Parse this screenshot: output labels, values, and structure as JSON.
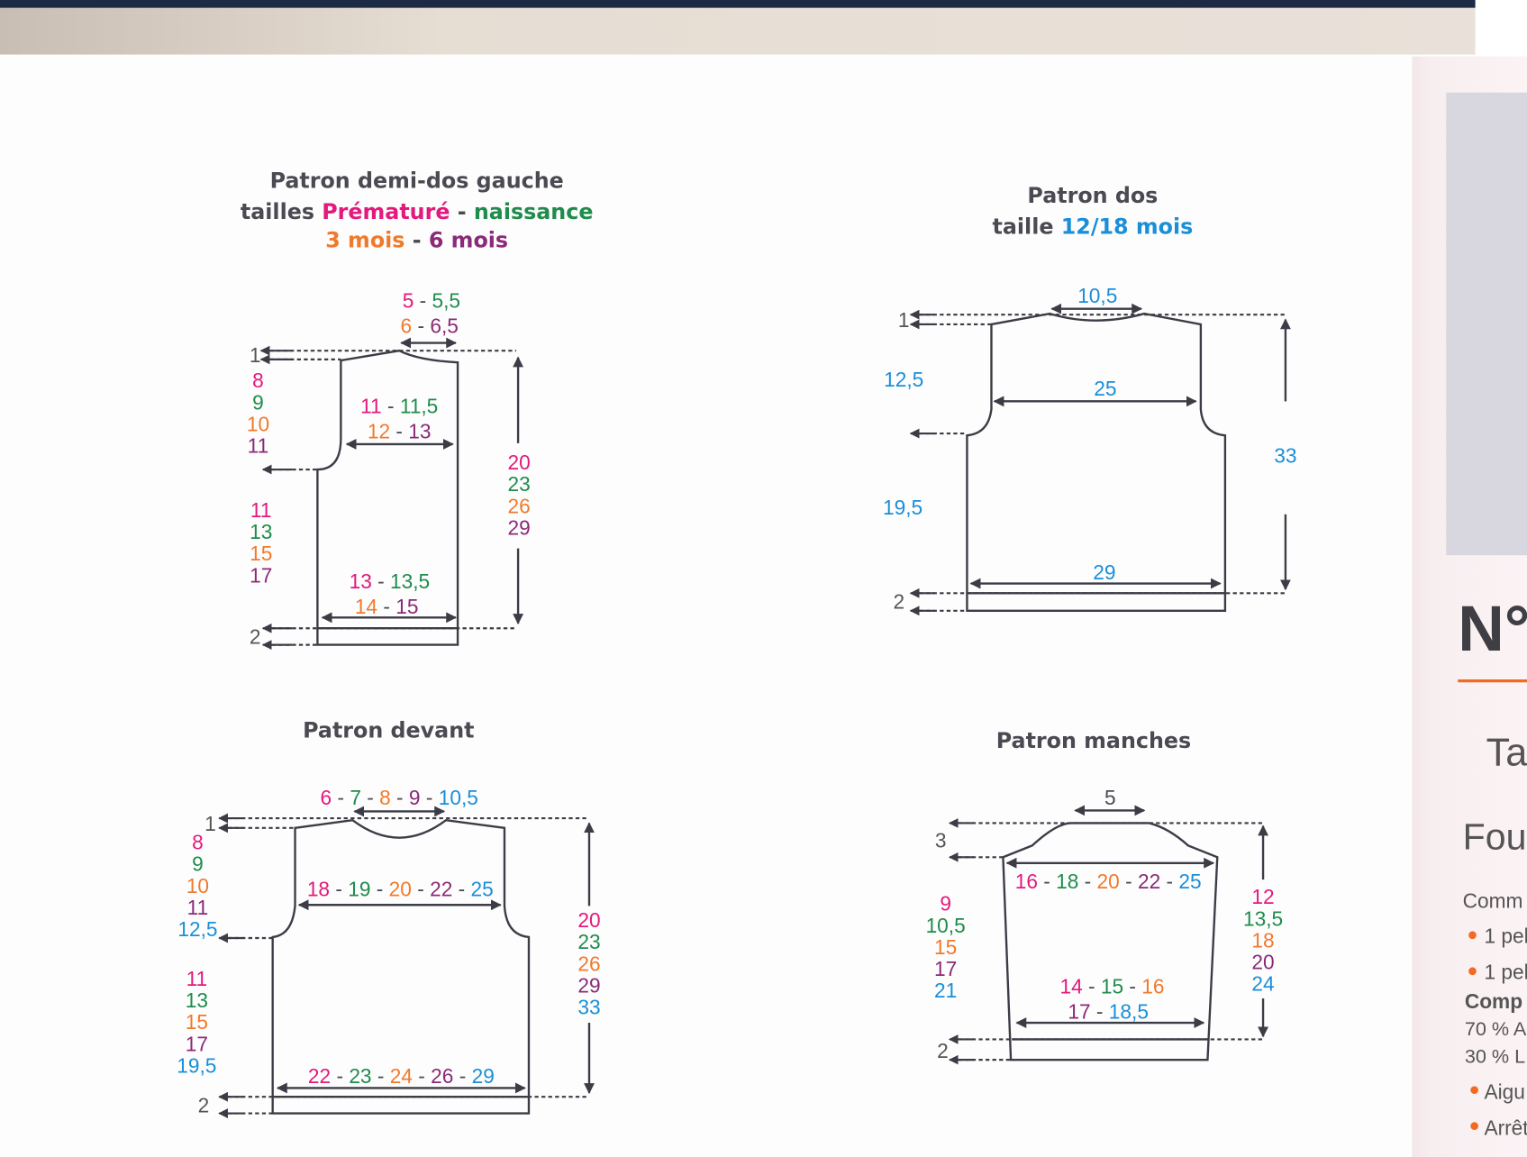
{
  "colors": {
    "p": "#e3197d",
    "g": "#1f8c4c",
    "o": "#f07a2c",
    "v": "#8b2a78",
    "b": "#1a8fd8",
    "k": "#4a4a52",
    "line": "#3c3c46",
    "accent": "#f26a21"
  },
  "demi_dos": {
    "title": "Patron demi-dos gauche",
    "sizes_line1": [
      {
        "t": "tailles ",
        "c": "k"
      },
      {
        "t": "Prématuré",
        "c": "p"
      },
      {
        "t": " - ",
        "c": "k"
      },
      {
        "t": "naissance",
        "c": "g"
      }
    ],
    "sizes_line2": [
      {
        "t": "3 mois",
        "c": "o"
      },
      {
        "t": " - ",
        "c": "k"
      },
      {
        "t": "6 mois",
        "c": "v"
      }
    ],
    "marker_1": "1",
    "marker_2": "2",
    "neck_a": [
      {
        "t": "5",
        "c": "p"
      },
      {
        "t": " - ",
        "c": "k"
      },
      {
        "t": "5,5",
        "c": "g"
      }
    ],
    "neck_b": [
      {
        "t": "6",
        "c": "o"
      },
      {
        "t": " - ",
        "c": "k"
      },
      {
        "t": "6,5",
        "c": "v"
      }
    ],
    "chest_a": [
      {
        "t": "11",
        "c": "p"
      },
      {
        "t": " - ",
        "c": "k"
      },
      {
        "t": "11,5",
        "c": "g"
      }
    ],
    "chest_b": [
      {
        "t": "12",
        "c": "o"
      },
      {
        "t": " - ",
        "c": "k"
      },
      {
        "t": "13",
        "c": "v"
      }
    ],
    "bottom_a": [
      {
        "t": "13",
        "c": "p"
      },
      {
        "t": " - ",
        "c": "k"
      },
      {
        "t": "13,5",
        "c": "g"
      }
    ],
    "bottom_b": [
      {
        "t": "14",
        "c": "o"
      },
      {
        "t": " - ",
        "c": "k"
      },
      {
        "t": "15",
        "c": "v"
      }
    ],
    "armhole": [
      {
        "t": "8",
        "c": "p"
      },
      {
        "t": "9",
        "c": "g"
      },
      {
        "t": "10",
        "c": "o"
      },
      {
        "t": "11",
        "c": "v"
      }
    ],
    "body": [
      {
        "t": "11",
        "c": "p"
      },
      {
        "t": "13",
        "c": "g"
      },
      {
        "t": "15",
        "c": "o"
      },
      {
        "t": "17",
        "c": "v"
      }
    ],
    "total": [
      {
        "t": "20",
        "c": "p"
      },
      {
        "t": "23",
        "c": "g"
      },
      {
        "t": "26",
        "c": "o"
      },
      {
        "t": "29",
        "c": "v"
      }
    ]
  },
  "dos": {
    "title": "Patron dos",
    "size_line": [
      {
        "t": "taille ",
        "c": "k"
      },
      {
        "t": "12/18 mois",
        "c": "b"
      }
    ],
    "marker_1": "1",
    "marker_2": "2",
    "neck": "10,5",
    "armhole": "12,5",
    "chest": "25",
    "body": "19,5",
    "bottom": "29",
    "total": "33"
  },
  "devant": {
    "title": "Patron devant",
    "marker_1": "1",
    "marker_2": "2",
    "neck": [
      {
        "t": "6",
        "c": "p"
      },
      {
        "t": " - ",
        "c": "k"
      },
      {
        "t": "7",
        "c": "g"
      },
      {
        "t": " - ",
        "c": "k"
      },
      {
        "t": "8",
        "c": "o"
      },
      {
        "t": " - ",
        "c": "k"
      },
      {
        "t": "9",
        "c": "v"
      },
      {
        "t": " - ",
        "c": "k"
      },
      {
        "t": "10,5",
        "c": "b"
      }
    ],
    "chest": [
      {
        "t": "18",
        "c": "p"
      },
      {
        "t": " - ",
        "c": "k"
      },
      {
        "t": "19",
        "c": "g"
      },
      {
        "t": " - ",
        "c": "k"
      },
      {
        "t": "20",
        "c": "o"
      },
      {
        "t": " - ",
        "c": "k"
      },
      {
        "t": "22",
        "c": "v"
      },
      {
        "t": " - ",
        "c": "k"
      },
      {
        "t": "25",
        "c": "b"
      }
    ],
    "bottom": [
      {
        "t": "22",
        "c": "p"
      },
      {
        "t": " - ",
        "c": "k"
      },
      {
        "t": "23",
        "c": "g"
      },
      {
        "t": " - ",
        "c": "k"
      },
      {
        "t": "24",
        "c": "o"
      },
      {
        "t": " - ",
        "c": "k"
      },
      {
        "t": "26",
        "c": "v"
      },
      {
        "t": " - ",
        "c": "k"
      },
      {
        "t": "29",
        "c": "b"
      }
    ],
    "armhole": [
      {
        "t": "8",
        "c": "p"
      },
      {
        "t": "9",
        "c": "g"
      },
      {
        "t": "10",
        "c": "o"
      },
      {
        "t": "11",
        "c": "v"
      },
      {
        "t": "12,5",
        "c": "b"
      }
    ],
    "body": [
      {
        "t": "11",
        "c": "p"
      },
      {
        "t": "13",
        "c": "g"
      },
      {
        "t": "15",
        "c": "o"
      },
      {
        "t": "17",
        "c": "v"
      },
      {
        "t": "19,5",
        "c": "b"
      }
    ],
    "total": [
      {
        "t": "20",
        "c": "p"
      },
      {
        "t": "23",
        "c": "g"
      },
      {
        "t": "26",
        "c": "o"
      },
      {
        "t": "29",
        "c": "v"
      },
      {
        "t": "33",
        "c": "b"
      }
    ]
  },
  "manches": {
    "title": "Patron manches",
    "marker_3": "3",
    "marker_2": "2",
    "top": "5",
    "width": [
      {
        "t": "16",
        "c": "p"
      },
      {
        "t": " - ",
        "c": "k"
      },
      {
        "t": "18",
        "c": "g"
      },
      {
        "t": " - ",
        "c": "k"
      },
      {
        "t": "20",
        "c": "o"
      },
      {
        "t": " - ",
        "c": "k"
      },
      {
        "t": "22",
        "c": "v"
      },
      {
        "t": " - ",
        "c": "k"
      },
      {
        "t": "25",
        "c": "b"
      }
    ],
    "bottom_a": [
      {
        "t": "14",
        "c": "p"
      },
      {
        "t": " - ",
        "c": "k"
      },
      {
        "t": "15",
        "c": "g"
      },
      {
        "t": " - ",
        "c": "k"
      },
      {
        "t": "16",
        "c": "o"
      }
    ],
    "bottom_b": [
      {
        "t": "17",
        "c": "v"
      },
      {
        "t": " - ",
        "c": "k"
      },
      {
        "t": "18,5",
        "c": "b"
      }
    ],
    "left": [
      {
        "t": "9",
        "c": "p"
      },
      {
        "t": "10,5",
        "c": "g"
      },
      {
        "t": "15",
        "c": "o"
      },
      {
        "t": "17",
        "c": "v"
      },
      {
        "t": "21",
        "c": "b"
      }
    ],
    "right": [
      {
        "t": "12",
        "c": "p"
      },
      {
        "t": "13,5",
        "c": "g"
      },
      {
        "t": "18",
        "c": "o"
      },
      {
        "t": "20",
        "c": "v"
      },
      {
        "t": "24",
        "c": "b"
      }
    ]
  },
  "next_page": {
    "heading": "N°",
    "taille": "Taill",
    "fournitures": "Fou",
    "intro": "Comm",
    "item1": "1 pel",
    "item2": "1 pel",
    "composition": "Comp",
    "comp1": "70 % A",
    "comp2": "30 % L",
    "item3": "Aigu",
    "item4": "Arrêt"
  }
}
